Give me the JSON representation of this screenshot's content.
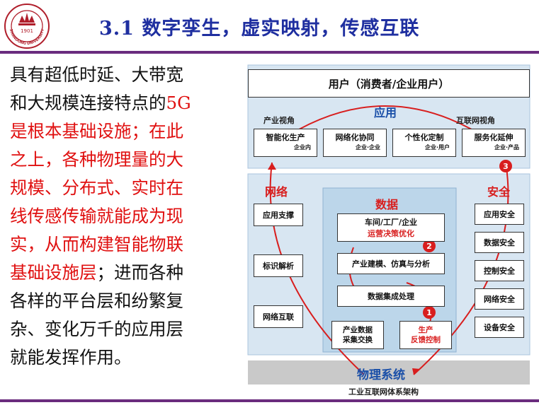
{
  "logo": {
    "year": "1901",
    "university": "SHANDONG UNIVERSITY"
  },
  "header": {
    "title": "3.1  数字孪生，虚实映射，传感互联"
  },
  "body": {
    "lines": [
      [
        {
          "t": "具有超低时延、大带宽",
          "red": false
        }
      ],
      [
        {
          "t": "和大规模连接特点的",
          "red": false
        },
        {
          "t": "5G",
          "red": true
        }
      ],
      [
        {
          "t": "是根本基础设施；在此",
          "red": true
        }
      ],
      [
        {
          "t": "之上，各种物理量的大",
          "red": true
        }
      ],
      [
        {
          "t": "规模、分布式、实时在",
          "red": true
        }
      ],
      [
        {
          "t": "线传感传输就能成为现",
          "red": true
        }
      ],
      [
        {
          "t": "实，从而构建智能物联",
          "red": true
        }
      ],
      [
        {
          "t": "基础设施层",
          "red": true
        },
        {
          "t": "；进而各种",
          "red": false
        }
      ],
      [
        {
          "t": "各样的平台层和纷繁复",
          "red": false
        }
      ],
      [
        {
          "t": "杂、变化万千的应用层",
          "red": false
        }
      ],
      [
        {
          "t": "就能发挥作用。",
          "red": false
        }
      ]
    ]
  },
  "diagram": {
    "user": "用户（消费者/企业用户）",
    "application": {
      "title": "应用",
      "left_view": "产业视角",
      "right_view": "互联网视角",
      "items": [
        {
          "main": "智能化生产",
          "sub": "企业内"
        },
        {
          "main": "网络化协同",
          "sub": "企业·企业"
        },
        {
          "main": "个性化定制",
          "sub": "企业·用户"
        },
        {
          "main": "服务化延伸",
          "sub": "企业·产品"
        }
      ]
    },
    "network": {
      "title": "网络",
      "items": [
        "应用支撑",
        "标识解析",
        "网络互联"
      ]
    },
    "data": {
      "title": "数据",
      "top_main": "车间/工厂/企业",
      "top_sub": "运营决策优化",
      "modeling": "产业建模、仿真与分析",
      "integration": "数据集成处理",
      "collect": "产业数据\n采集交换",
      "feedback": "生产\n反馈控制"
    },
    "security": {
      "title": "安全",
      "items": [
        "应用安全",
        "数据安全",
        "控制安全",
        "网络安全",
        "设备安全"
      ]
    },
    "physical": "物理系统",
    "caption": "工业互联网体系架构",
    "markers": [
      "1",
      "2",
      "3"
    ]
  },
  "colors": {
    "title": "#1f2fa0",
    "accent_red": "#e01010",
    "divider": "#6a2c7e",
    "diagram_blue": "#1a4fa8",
    "diagram_red": "#d81e1e",
    "diagram_bg": "#d8e6f2",
    "diagram_center": "#bcd6ea"
  }
}
